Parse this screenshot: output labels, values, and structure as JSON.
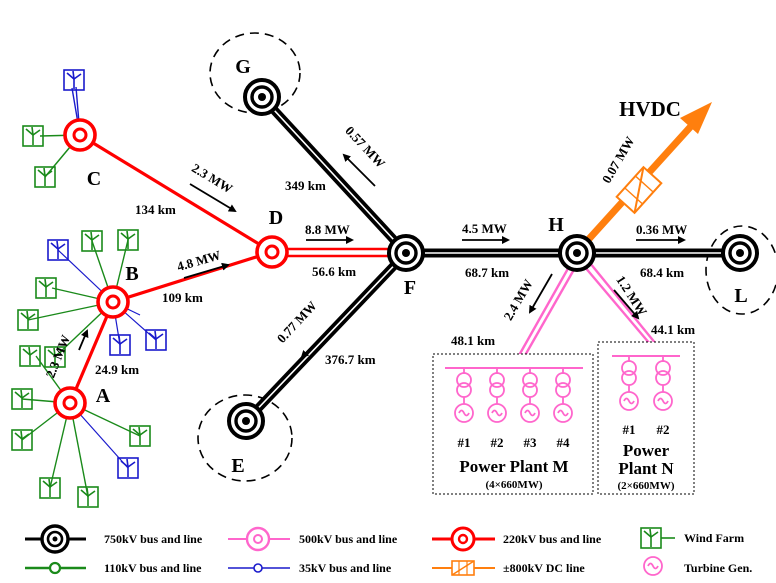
{
  "colors": {
    "kv750": "#000000",
    "kv500": "#ff66cc",
    "kv220": "#ff0000",
    "kv110": "#1a8a1a",
    "kv35": "#1a1acc",
    "dc": "#ff7f0e"
  },
  "buses": {
    "A": "A",
    "B": "B",
    "C": "C",
    "D": "D",
    "E": "E",
    "F": "F",
    "G": "G",
    "H": "H",
    "L": "L"
  },
  "hvdc_label": "HVDC",
  "flows": {
    "ab": "2.3 MW",
    "bd": "4.8 MW",
    "cd": "2.3 MW",
    "df": "8.8 MW",
    "fg": "0.57 MW",
    "fe": "0.77 MW",
    "fh": "4.5 MW",
    "hdc": "0.07 MW",
    "hl": "0.36 MW",
    "hm": "2.4 MW",
    "hn": "1.2 MW"
  },
  "distances": {
    "ab": "24.9 km",
    "bd": "109 km",
    "cd": "134 km",
    "df": "56.6 km",
    "fg": "349 km",
    "fe": "376.7 km",
    "fh": "68.7 km",
    "hl": "68.4 km",
    "hm": "48.1 km",
    "hn": "44.1 km"
  },
  "plant_m": {
    "name": "Power Plant M",
    "capacity": "(4×660MW)",
    "units": [
      "#1",
      "#2",
      "#3",
      "#4"
    ]
  },
  "plant_n": {
    "name_line1": "Power",
    "name_line2": "Plant N",
    "capacity": "(2×660MW)",
    "units": [
      "#1",
      "#2"
    ]
  },
  "legend": {
    "kv750": "750kV bus and line",
    "kv500": "500kV bus and line",
    "kv220": "220kV bus and line",
    "wind": "Wind Farm",
    "kv110": "110kV bus and line",
    "kv35": "35kV bus and line",
    "dc": "±800kV DC line",
    "turbine": "Turbine Gen."
  }
}
